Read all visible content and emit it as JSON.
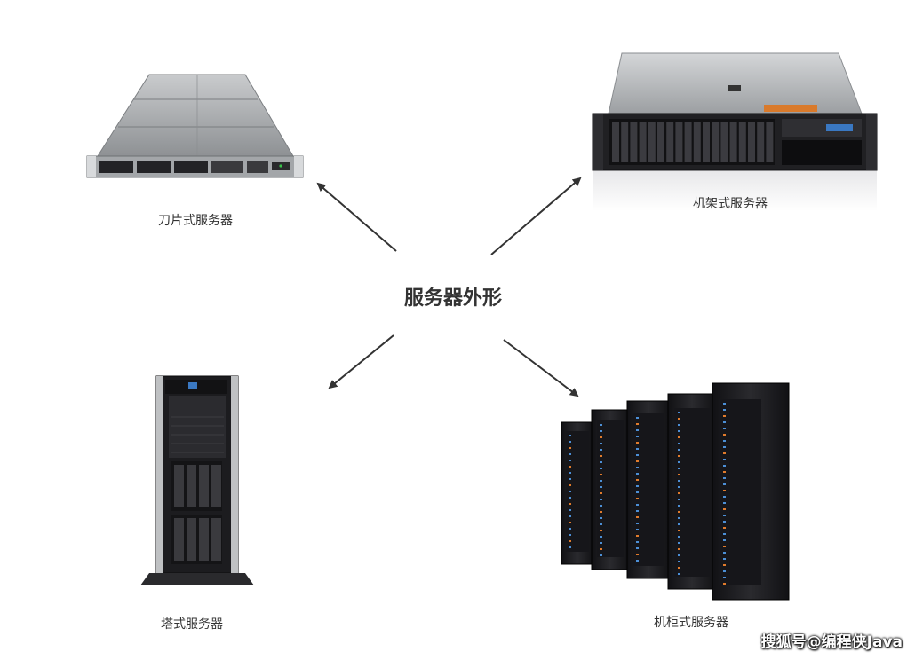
{
  "diagram": {
    "center_title": "服务器外形",
    "nodes": [
      {
        "id": "blade",
        "label": "刀片式服务器",
        "picture": "blade-server-image"
      },
      {
        "id": "rack",
        "label": "机架式服务器",
        "picture": "rack-server-image"
      },
      {
        "id": "tower",
        "label": "塔式服务器",
        "picture": "tower-server-image"
      },
      {
        "id": "cabinet",
        "label": "机柜式服务器",
        "picture": "cabinet-server-image"
      }
    ],
    "edges": [
      {
        "from": "center",
        "to": "blade"
      },
      {
        "from": "center",
        "to": "rack"
      },
      {
        "from": "center",
        "to": "tower"
      },
      {
        "from": "center",
        "to": "cabinet"
      }
    ]
  },
  "watermark": "搜狐号@编程侠Java",
  "colors": {
    "arrow": "#333333",
    "text": "#333333",
    "chassis_dark": "#1e1e20",
    "chassis_silver": "#a9abad"
  }
}
